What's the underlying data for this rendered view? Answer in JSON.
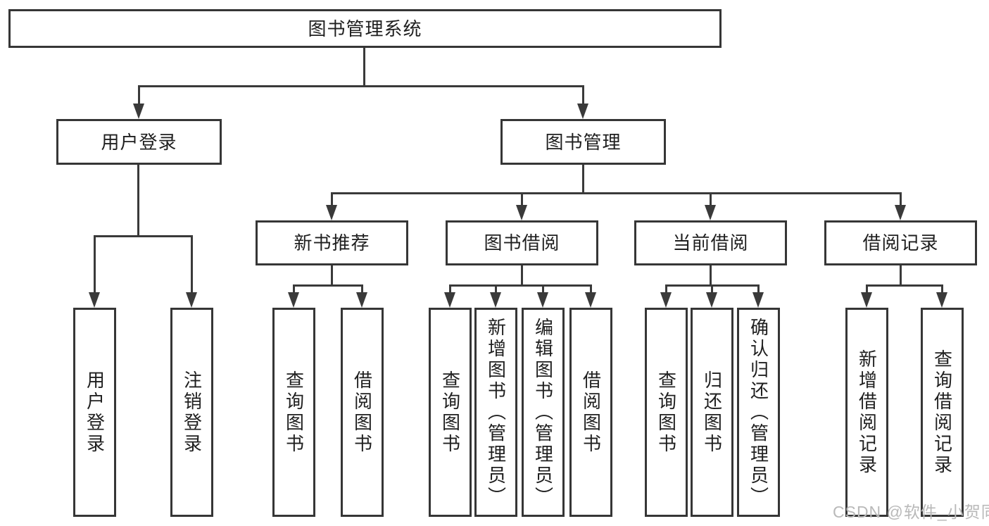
{
  "tree": {
    "label": "图书管理系统",
    "children": [
      {
        "label": "用户登录",
        "children": [
          {
            "label": "用户登录"
          },
          {
            "label": "注销登录"
          }
        ]
      },
      {
        "label": "图书管理",
        "children": [
          {
            "label": "新书推荐",
            "children": [
              {
                "label": "查询图书"
              },
              {
                "label": "借阅图书"
              }
            ]
          },
          {
            "label": "图书借阅",
            "children": [
              {
                "label": "查询图书"
              },
              {
                "label": "新增图书（管理员）"
              },
              {
                "label": "编辑图书（管理员）"
              },
              {
                "label": "借阅图书"
              }
            ]
          },
          {
            "label": "当前借阅",
            "children": [
              {
                "label": "查询图书"
              },
              {
                "label": "归还图书"
              },
              {
                "label": "确认归还（管理员）"
              }
            ]
          },
          {
            "label": "借阅记录",
            "children": [
              {
                "label": "新增借阅记录"
              },
              {
                "label": "查询借阅记录"
              }
            ]
          }
        ]
      }
    ]
  },
  "watermark": {
    "text": "CSDN @软件_小贺同学",
    "color": "#b9b9b9"
  },
  "colors": {
    "line": "#3a3a3a",
    "box_border": "#363636",
    "text": "#1f1f1f",
    "background": "#ffffff"
  }
}
